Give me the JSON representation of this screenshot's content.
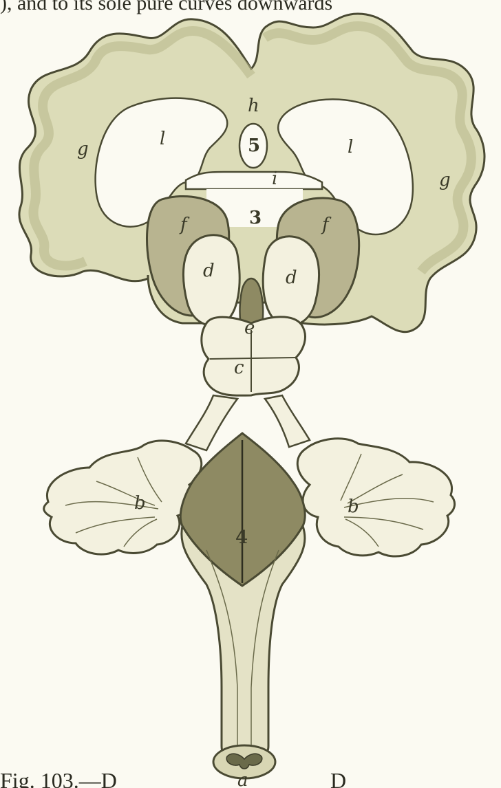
{
  "text_lines": {
    "top": "), and to its sole pure curves downwards",
    "bottom_left": "Fig. 103.—D",
    "bottom_right": "D"
  },
  "labels": {
    "h": "h",
    "n5": "5",
    "l_left": "l",
    "l_right": "l",
    "g_left": "g",
    "g_right": "g",
    "i": "i",
    "n3": "3",
    "f_left": "f",
    "f_right": "f",
    "d_left": "d",
    "d_right": "d",
    "e": "e",
    "c": "c",
    "b_left": "b",
    "b_right": "b",
    "n4": "4",
    "a": "a"
  },
  "colors": {
    "paper": "#fbfaf2",
    "hemisphere": "#dcdcb8",
    "hemisphere_edge": "#b9b98c",
    "outline": "#4a4a33",
    "ventricle": "#fbfaf2",
    "optic_lobe": "#b8b490",
    "medulla_dark": "#8e8a63",
    "cerebellum": "#f3f1df",
    "cord": "#e4e2c6"
  }
}
